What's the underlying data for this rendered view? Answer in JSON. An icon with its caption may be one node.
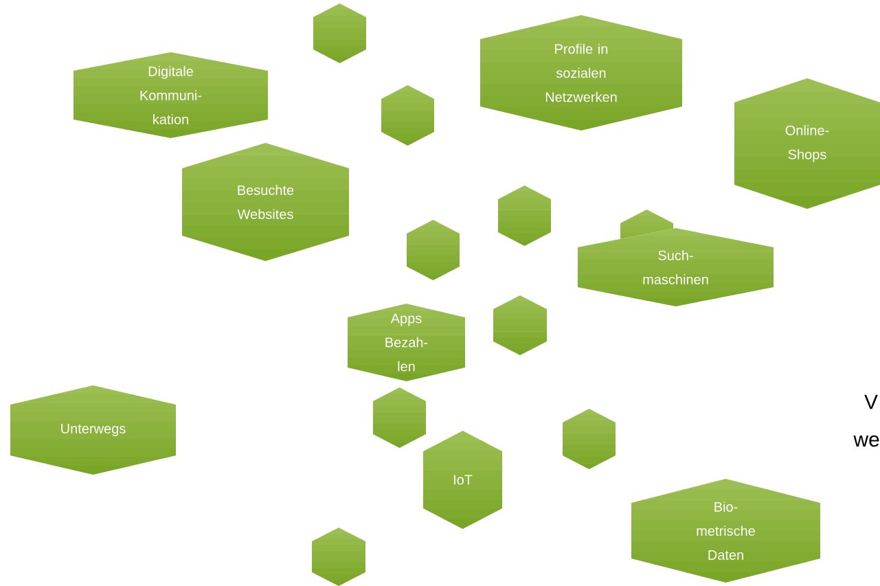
{
  "diagram": {
    "nodes": [
      {
        "text": [],
        "shape": "hexagon"
      },
      {
        "text": [
          "Profile in sozialen Netzwerken"
        ]
      },
      {
        "text": [
          "Digitale Kommuni-kation"
        ]
      },
      {
        "text": [
          "Online-Shops"
        ]
      },
      {
        "text": [],
        "shape": "hexagon"
      },
      {
        "text": [
          "Besuchte Websites"
        ]
      },
      {
        "text": [],
        "shape": "hexagon"
      },
      {
        "text": [],
        "shape": "hexagon"
      },
      {
        "text": [],
        "shape": "hexagon"
      },
      {
        "text": [
          "Such-maschinen"
        ]
      },
      {
        "text": [],
        "shape": "hexagon"
      },
      {
        "text": [
          "Apps Bezah-len"
        ]
      },
      {
        "text": [
          "Unterwegs"
        ]
      },
      {
        "text": [],
        "shape": "hexagon"
      },
      {
        "text": [],
        "shape": "hexagon"
      },
      {
        "text": [
          "IoT"
        ]
      },
      {
        "text": [
          "Bio-metrische Daten"
        ]
      },
      {
        "text": [],
        "shape": "hexagon"
      }
    ],
    "labels": [
      "V",
      "we"
    ]
  }
}
